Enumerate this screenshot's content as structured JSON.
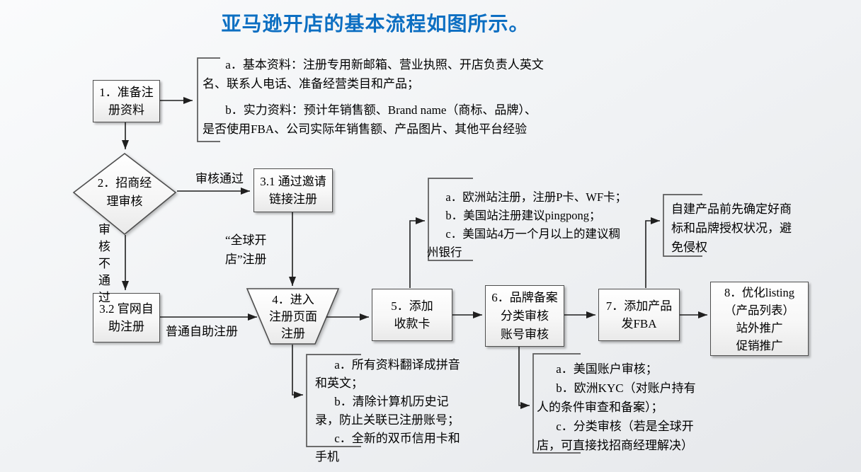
{
  "title": "亚马逊开店的基本流程如图所示。",
  "colors": {
    "title_blue": "#0d6fc2",
    "node_border": "#4d4d4d",
    "connector": "#1f1f1f",
    "bracket": "#5a5a5a",
    "background": "#f1f3f5"
  },
  "nodes": {
    "step1": "1．准备注\n册资料",
    "step2": "2．招商经\n理审核",
    "step3_1": "3.1 通过邀请\n链接注册",
    "step3_2": "3.2 官网自\n助注册",
    "step4": "4．进入\n注册页面\n注册",
    "step5": "5．添加\n收款卡",
    "step6": "6．品牌备案\n分类审核\n账号审核",
    "step7": "7．添加产品\n发FBA",
    "step8": "8．优化listing\n（产品列表）\n站外推广\n促销推广"
  },
  "edge_labels": {
    "pass": "审核通过",
    "fail": "审\n核\n不\n通\n过",
    "global_register": "“全球开\n店”注册",
    "normal_register": "普通自助注册"
  },
  "notes": {
    "step1_note": {
      "a": "a．基本资料：注册专用新邮箱、营业执照、开店负责人英文\n名、联系人电话、准备经营类目和产品；",
      "b": "b．实力资料：预计年销售额、Brand name（商标、品牌）、\n是否使用FBA、公司实际年销售额、产品图片、其他平台经验"
    },
    "step4_note": {
      "a": "a．所有资料翻译成拼音\n和英文；",
      "b": "b．清除计算机历史记\n录，防止关联已注册账号；",
      "c": "c．全新的双币信用卡和\n手机"
    },
    "step5_note": {
      "a": "a．欧洲站注册，注册P卡、WF卡；",
      "b": "b．美国站注册建议pingpong；",
      "c": "c．美国站4万一个月以上的建议稠\n州银行"
    },
    "step6_note": {
      "a": "a．美国账户审核；",
      "b": "b．欧洲KYC（对账户持有\n人的条件审查和备案）；",
      "c": "c．分类审核（若是全球开\n店，可直接找招商经理解决）"
    },
    "step7_note": "自建产品前先确定好商\n标和品牌授权状况，避\n免侵权"
  }
}
